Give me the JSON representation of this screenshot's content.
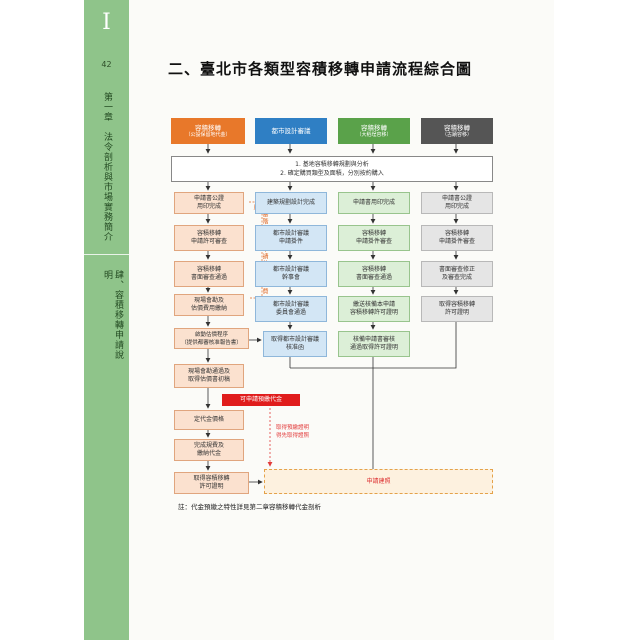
{
  "book": {
    "roman": "I",
    "page_number": "42",
    "chapter": "第一章　法令剖析與市場實務簡介",
    "section": "肆、容積移轉申請說明"
  },
  "title": "二、臺北市各類型容積移轉申請流程綜合圖",
  "headers": [
    {
      "label": "容積移轉",
      "sub": "（公設保留地代金）",
      "color": "#e8782a"
    },
    {
      "label": "都市設計審議",
      "sub": "",
      "color": "#2f7fc4"
    },
    {
      "label": "容積移轉",
      "sub": "（大稻埕容移）",
      "color": "#5aa24a"
    },
    {
      "label": "容積移轉",
      "sub": "（古蹟容移）",
      "color": "#555555"
    }
  ],
  "step1": {
    "line1": "1. 基地容積移轉規劃與分析",
    "line2": "2. 確定購買類型及面積，分別按約購入"
  },
  "col_orange": [
    {
      "l1": "申請書公證",
      "l2": "用印完成"
    },
    {
      "l1": "容積移轉",
      "l2": "申請許可審查"
    },
    {
      "l1": "容積移轉",
      "l2": "書面審查通過"
    },
    {
      "l1": "現場會勘及",
      "l2": "估價費用繳納"
    },
    {
      "l1": "啟動估價程序",
      "l2": "（提供都審核准報告書）"
    }
  ],
  "col_blue": [
    {
      "l1": "建築規劃設計完成",
      "l2": ""
    },
    {
      "l1": "都市設計審議",
      "l2": "申請掛件"
    },
    {
      "l1": "都市設計審議",
      "l2": "幹事會"
    },
    {
      "l1": "都市設計審議",
      "l2": "委員會通過"
    },
    {
      "l1": "取得都市設計審議",
      "l2": "核准函"
    }
  ],
  "col_green": [
    {
      "l1": "申請書用印完成",
      "l2": ""
    },
    {
      "l1": "容積移轉",
      "l2": "申請掛件審查"
    },
    {
      "l1": "容積移轉",
      "l2": "書面審查通過"
    },
    {
      "l1": "繳送核備本申請",
      "l2": "容積移轉許可證明"
    },
    {
      "l1": "核備申請書審核",
      "l2": "通過取得許可證明"
    }
  ],
  "col_gray": [
    {
      "l1": "申請書公證",
      "l2": "用印完成"
    },
    {
      "l1": "容積移轉",
      "l2": "申請掛件審查"
    },
    {
      "l1": "書面審查修正",
      "l2": "及審查完成"
    },
    {
      "l1": "取得容積移轉",
      "l2": "許可證明"
    }
  ],
  "col_lower": [
    {
      "l1": "現場會勘通過及",
      "l2": "取得估價書初稿"
    },
    {
      "l1": "定代金價格",
      "l2": ""
    },
    {
      "l1": "完成規費及",
      "l2": "繳納代金"
    },
    {
      "l1": "取得容積移轉",
      "l2": "許可證明"
    }
  ],
  "vertical_note": "都審階段可先申請啟動估價費用",
  "red_bar": "可申請預繳代金",
  "red_note": {
    "l1": "取得預繳證明",
    "l2": "得先取得證照"
  },
  "final_box": "申請建照",
  "footnote": "註：代金預繳之特性詳見第二章容積移轉代金剖析"
}
